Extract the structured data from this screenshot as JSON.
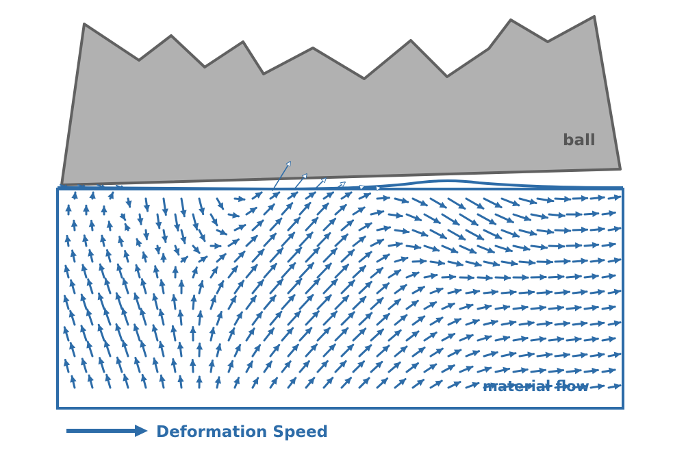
{
  "labels": {
    "ball": "ball",
    "material": "material flow",
    "legend": "Deformation Speed"
  },
  "colors": {
    "ball_fill": "#b1b1b1",
    "ball_stroke": "#616161",
    "ball_text": "#555555",
    "flow_blue": "#2d6ca8",
    "background": "#ffffff"
  }
}
